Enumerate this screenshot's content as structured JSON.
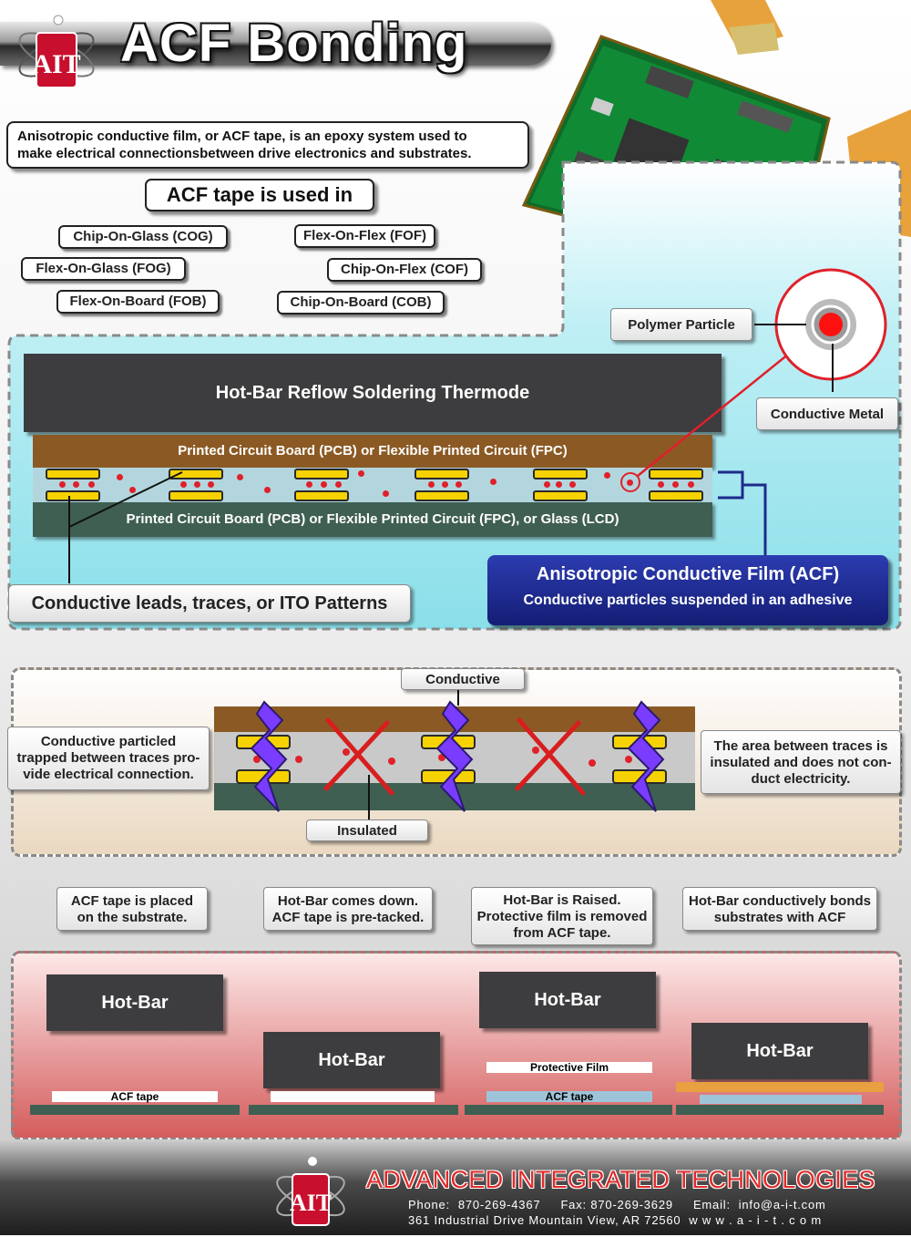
{
  "header": {
    "logo_text": "AIT",
    "title": "ACF Bonding"
  },
  "intro": {
    "text_line1": "Anisotropic conductive film, or ACF tape, is an epoxy system used to",
    "text_line2": "make electrical connectionsbetween drive electronics and substrates."
  },
  "uses": {
    "heading": "ACF tape is used in",
    "items": [
      "Chip-On-Glass (COG)",
      "Flex-On-Flex (FOF)",
      "Flex-On-Glass (FOG)",
      "Chip-On-Flex (COF)",
      "Flex-On-Board (FOB)",
      "Chip-On-Board (COB)"
    ]
  },
  "cross_section": {
    "thermode_label": "Hot-Bar Reflow Soldering Thermode",
    "top_board_label": "Printed Circuit Board (PCB) or Flexible Printed Circuit (FPC)",
    "bottom_board_label": "Printed Circuit Board (PCB) or Flexible Printed Circuit (FPC), or Glass (LCD)",
    "polymer_label": "Polymer Particle",
    "metal_label": "Conductive Metal",
    "leads_label": "Conductive leads, traces, or ITO Patterns",
    "acf_title": "Anisotropic Conductive Film (ACF)",
    "acf_subtitle": "Conductive particles suspended in an adhesive",
    "colors": {
      "thermode": "#3d3d3f",
      "top_board": "#8b5a24",
      "bottom_board": "#3f5f52",
      "pads": "#f6d200",
      "particles": "#e0202a",
      "acf_panel": "#1e2a8c"
    }
  },
  "conduction": {
    "conductive_label": "Conductive",
    "insulated_label": "Insulated",
    "left_note": [
      "Conductive particled",
      "trapped between traces pro-",
      "vide electrical connection."
    ],
    "right_note": [
      "The area between traces is",
      "insulated and does not con-",
      "duct electricity."
    ]
  },
  "steps": {
    "captions": [
      [
        "ACF tape is placed",
        "on the substrate."
      ],
      [
        "Hot-Bar comes down.",
        "ACF tape is pre-tacked."
      ],
      [
        "Hot-Bar is Raised.",
        "Protective film is removed",
        "from ACF tape."
      ],
      [
        "Hot-Bar conductively bonds",
        "substrates with ACF"
      ]
    ],
    "hotbar_label": "Hot-Bar",
    "acf_tape_label": "ACF tape",
    "protective_film_label": "Protective Film"
  },
  "footer": {
    "company": "ADVANCED INTEGRATED TECHNOLOGIES",
    "contact_line1": "Phone:  870-269-4367     Fax: 870-269-3629     Email:  info@a-i-t.com",
    "contact_line2": "361 Industrial Drive Mountain View, AR 72560  w w w . a - i - t . c o m"
  }
}
